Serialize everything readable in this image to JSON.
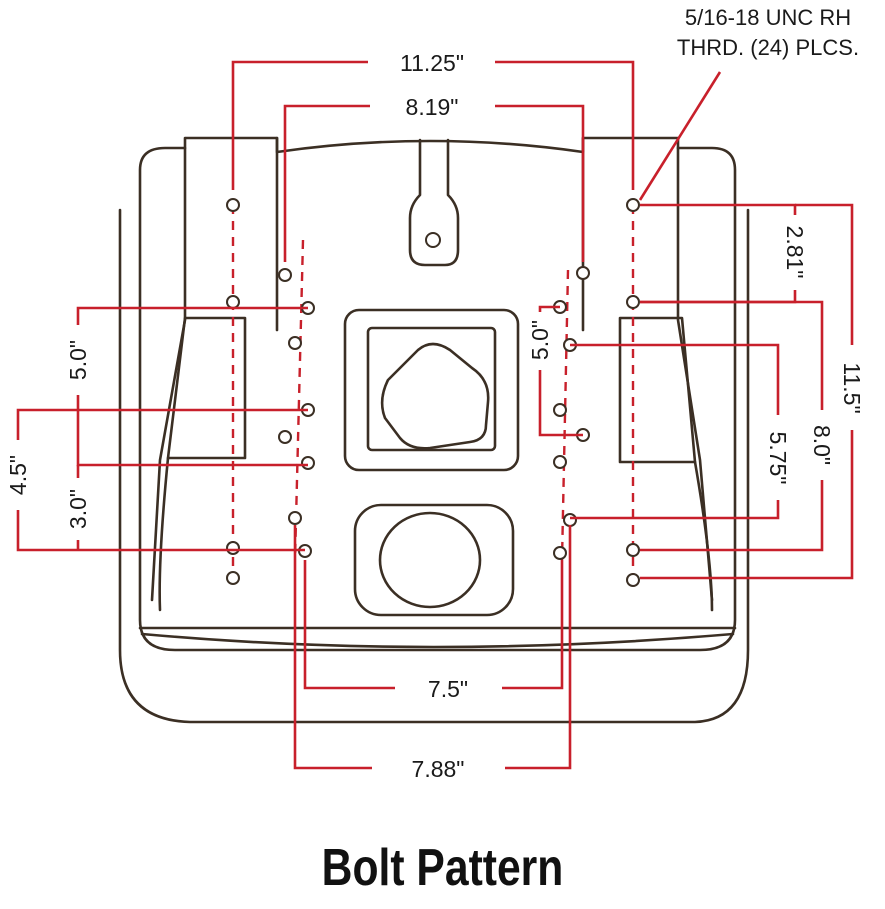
{
  "title": "Bolt Pattern",
  "thread_note": {
    "line1": "5/16-18 UNC RH",
    "line2": "THRD. (24) PLCS."
  },
  "dimensions": {
    "top_outer": "11.25\"",
    "top_inner": "8.19\"",
    "left_5_0": "5.0\"",
    "left_4_5": "4.5\"",
    "left_3_0": "3.0\"",
    "center_5_0": "5.0\"",
    "right_2_81": "2.81\"",
    "right_11_5": "11.5\"",
    "right_8_0": "8.0\"",
    "right_5_75": "5.75\"",
    "bottom_7_5": "7.5\"",
    "bottom_7_88": "7.88\""
  },
  "colors": {
    "dimension": "#c8202b",
    "outline": "#3b2f24",
    "text": "#1a1a1a"
  }
}
